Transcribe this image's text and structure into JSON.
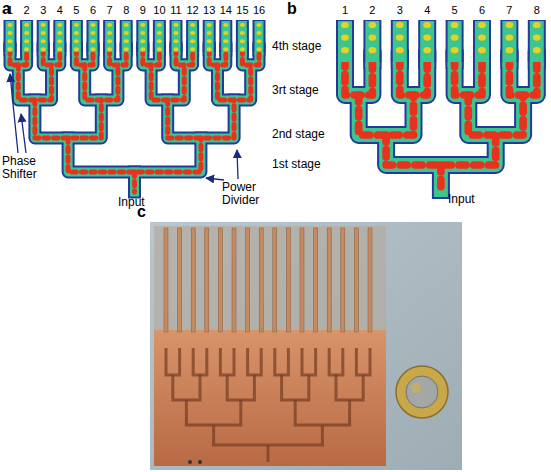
{
  "diagram": {
    "labels": [
      "a",
      "1",
      "2",
      "3",
      "4",
      "5",
      "6",
      "7",
      "8",
      "9",
      "10",
      "11",
      "12",
      "13",
      "14",
      "15",
      "16",
      "4th stage",
      "3rt stage",
      "2nd stage",
      "1st stage",
      "Phase Shifter",
      "Power Divider",
      "Input",
      "b",
      "1",
      "2",
      "3",
      "4",
      "5",
      "6",
      "7",
      "8",
      "Input",
      "c"
    ]
  }
}
